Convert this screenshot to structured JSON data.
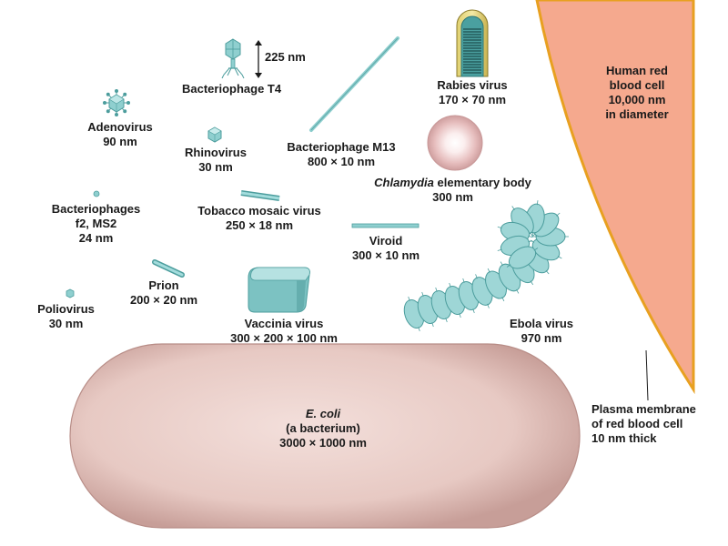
{
  "colors": {
    "virus_fill": "#8fcfcf",
    "virus_stroke": "#4c9d9d",
    "ecoli_fill": "#e7c9c3",
    "rbc_fill": "#f5a98e",
    "rbc_edge": "#e8a020",
    "chlamydia_fill": "#e6bdbd"
  },
  "labels": {
    "t4_size": "225 nm",
    "t4_name": "Bacteriophage T4",
    "rabies_name": "Rabies virus",
    "rabies_size": "170 × 70 nm",
    "rbc_l1": "Human red",
    "rbc_l2": "blood cell",
    "rbc_l3": "10,000 nm",
    "rbc_l4": "in diameter",
    "adeno_name": "Adenovirus",
    "adeno_size": "90 nm",
    "rhino_name": "Rhinovirus",
    "rhino_size": "30 nm",
    "m13_name": "Bacteriophage M13",
    "m13_size": "800 × 10 nm",
    "chlamydia_italic": "Chlamydia",
    "chlamydia_rest": " elementary body",
    "chlamydia_size": "300 nm",
    "phage_f2_l1": "Bacteriophages",
    "phage_f2_l2": "f2, MS2",
    "phage_f2_l3": "24 nm",
    "tmv_name": "Tobacco mosaic virus",
    "tmv_size": "250 × 18 nm",
    "viroid_name": "Viroid",
    "viroid_size": "300 × 10 nm",
    "prion_name": "Prion",
    "prion_size": "200 × 20 nm",
    "polio_name": "Poliovirus",
    "polio_size": "30 nm",
    "vaccinia_name": "Vaccinia virus",
    "vaccinia_size": "300 × 200 × 100 nm",
    "ebola_name": "Ebola virus",
    "ebola_size": "970 nm",
    "ecoli_italic": "E. coli",
    "ecoli_l2": "(a bacterium)",
    "ecoli_l3": "3000 × 1000 nm",
    "membrane_l1": "Plasma membrane",
    "membrane_l2": "of red blood cell",
    "membrane_l3": "10 nm thick"
  }
}
